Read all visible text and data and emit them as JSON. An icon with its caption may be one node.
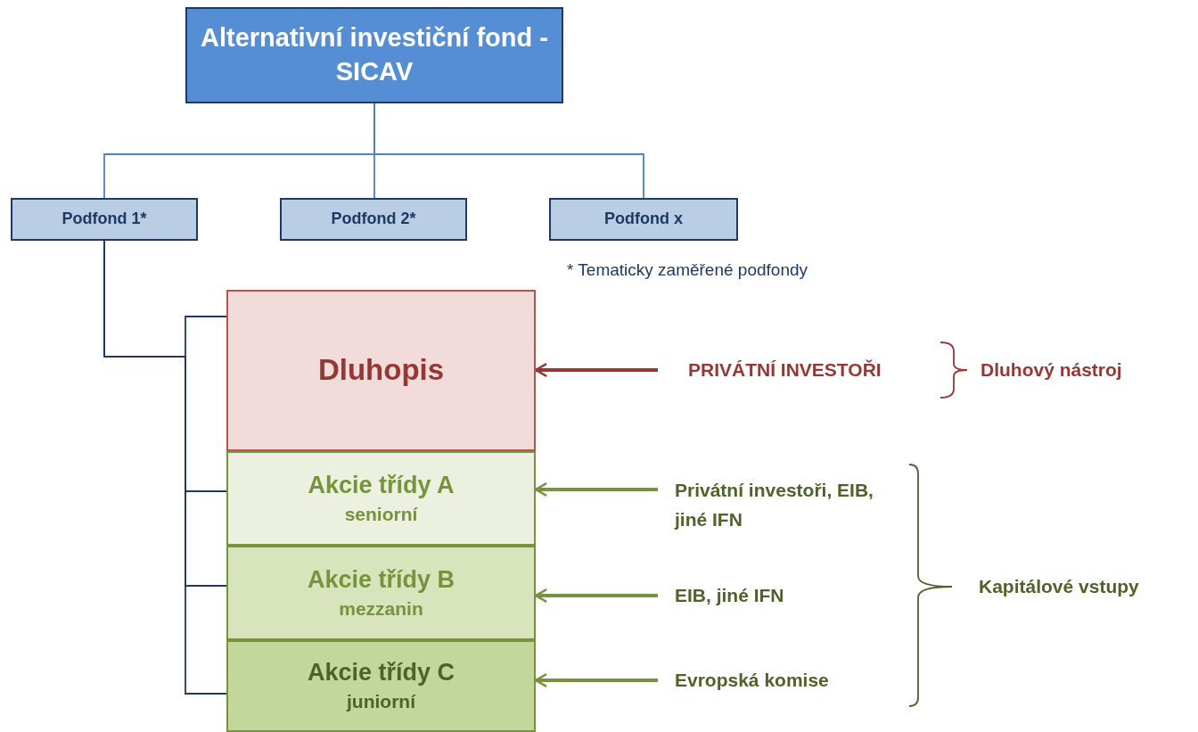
{
  "diagram": {
    "nodes": [
      {
        "text": [
          "Alternativní investiční fond - SICAV"
        ]
      },
      {
        "text": [
          "Podfond  1*"
        ]
      },
      {
        "text": [
          "Podfond  2*"
        ]
      },
      {
        "text": [
          "Podfond  x"
        ]
      },
      {
        "text": [
          "Dluhopis"
        ]
      },
      {
        "text": [
          "Akcie třídy A",
          "seniorní"
        ]
      },
      {
        "text": [
          "Akcie třídy B",
          "mezzanin"
        ]
      },
      {
        "text": [
          "Akcie třídy C",
          "juniorní"
        ]
      },
      {
        "text": [
          "PRIVÁTNÍ INVESTOŘI"
        ]
      },
      {
        "text": [
          "Dluhový nástroj"
        ]
      },
      {
        "text": [
          "Privátní investoři, EIB, jiné IFN"
        ]
      },
      {
        "text": [
          "EIB, jiné IFN"
        ]
      },
      {
        "text": [
          "Evropská komise"
        ]
      },
      {
        "text": [
          "Kapitálové vstupy"
        ]
      }
    ],
    "edges": [
      {
        "from": 0,
        "to": 1,
        "arrow": "none",
        "color": "#4f81bd"
      },
      {
        "from": 0,
        "to": 2,
        "arrow": "none",
        "color": "#4f81bd"
      },
      {
        "from": 0,
        "to": 3,
        "arrow": "none",
        "color": "#4f81bd"
      },
      {
        "from": 1,
        "to": 4,
        "arrow": "none",
        "color": "#1f3864"
      },
      {
        "from": 1,
        "to": 5,
        "arrow": "none",
        "color": "#1f3864"
      },
      {
        "from": 1,
        "to": 6,
        "arrow": "none",
        "color": "#1f3864"
      },
      {
        "from": 1,
        "to": 7,
        "arrow": "none",
        "color": "#1f3864"
      },
      {
        "from": 8,
        "to": 4,
        "arrow": "to",
        "style": "thick",
        "color": "#953735"
      },
      {
        "from": 10,
        "to": 5,
        "arrow": "to",
        "style": "thick",
        "color": "#77933c"
      },
      {
        "from": 11,
        "to": 6,
        "arrow": "to",
        "style": "thick",
        "color": "#77933c"
      },
      {
        "from": 12,
        "to": 7,
        "arrow": "to",
        "style": "thick",
        "color": "#77933c"
      }
    ],
    "labels": [
      "* Tematicky zaměřené podfondy"
    ]
  }
}
